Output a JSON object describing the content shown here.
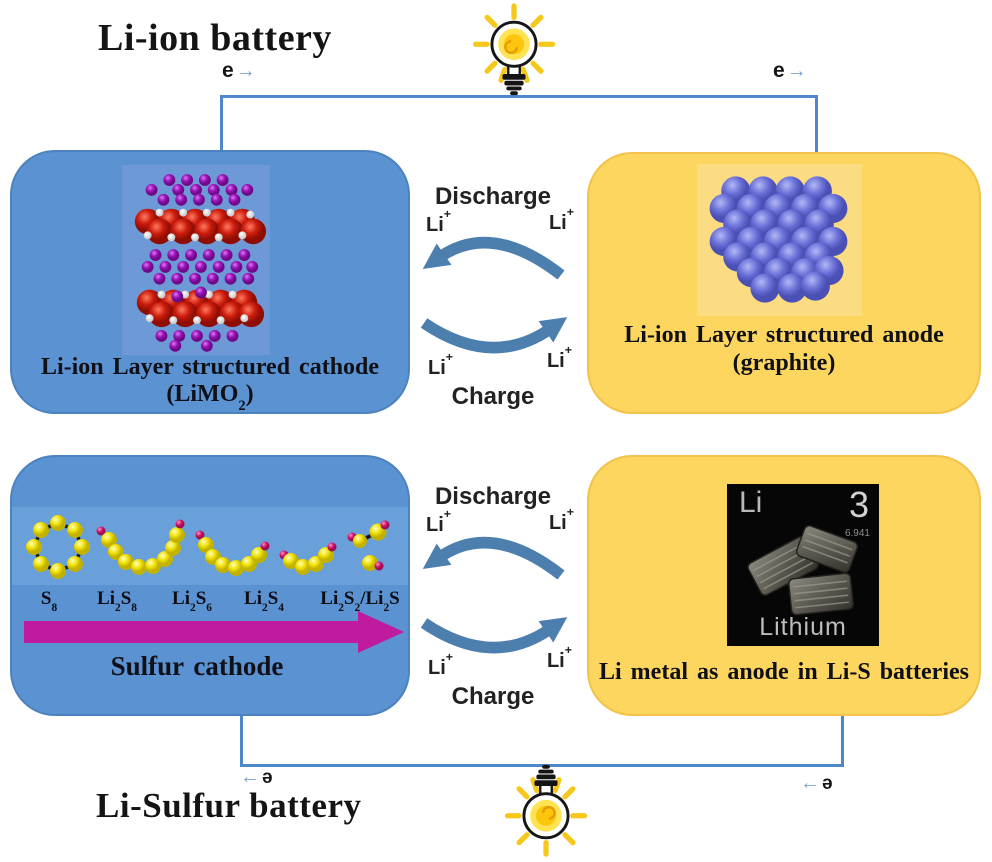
{
  "colors": {
    "box_blue": "#5b92d1",
    "box_yellow": "#fdd65f",
    "wire_blue": "#4d89c9",
    "cycle_arrow_blue": "#4d7fae",
    "conversion_arrow_magenta": "#bf1b9e",
    "bulb_yellow": "#ffd428"
  },
  "cycle": {
    "discharge": "Discharge",
    "charge": "Charge",
    "ion_segs": [
      [
        "t",
        "Li"
      ],
      [
        "p",
        "+"
      ]
    ]
  },
  "li_ion": {
    "title": "Li-ion battery",
    "electron_left": {
      "symbol": "e",
      "arrow": "→"
    },
    "electron_right": {
      "symbol": "e",
      "arrow": "→"
    },
    "cathode": {
      "caption_line1": "Li-ion Layer structured cathode",
      "caption_line2_segs": [
        [
          "t",
          "(LiMO"
        ],
        [
          "s",
          "2"
        ],
        [
          "t",
          ")"
        ]
      ]
    },
    "anode": {
      "caption_line1": "Li-ion Layer structured anode",
      "caption_line2": "(graphite)"
    }
  },
  "li_sulfur": {
    "title": "Li-Sulfur battery",
    "electron_left": {
      "symbol": "ə",
      "arrow": "←"
    },
    "electron_right": {
      "symbol": "ə",
      "arrow": "←"
    },
    "cathode": {
      "caption": "Sulfur cathode",
      "species": [
        {
          "segs": [
            [
              "t",
              "S"
            ],
            [
              "s",
              "8"
            ]
          ]
        },
        {
          "segs": [
            [
              "t",
              "Li"
            ],
            [
              "s",
              "2"
            ],
            [
              "t",
              "S"
            ],
            [
              "s",
              "8"
            ]
          ]
        },
        {
          "segs": [
            [
              "t",
              "Li"
            ],
            [
              "s",
              "2"
            ],
            [
              "t",
              "S"
            ],
            [
              "s",
              "6"
            ]
          ]
        },
        {
          "segs": [
            [
              "t",
              "Li"
            ],
            [
              "s",
              "2"
            ],
            [
              "t",
              "S"
            ],
            [
              "s",
              "4"
            ]
          ]
        },
        {
          "segs": [
            [
              "t",
              "Li"
            ],
            [
              "s",
              "2"
            ],
            [
              "t",
              "S"
            ],
            [
              "s",
              "2"
            ],
            [
              "t",
              "/Li"
            ],
            [
              "s",
              "2"
            ],
            [
              "t",
              "S"
            ]
          ]
        }
      ]
    },
    "anode": {
      "caption": "Li metal as anode in Li-S batteries",
      "element_tile": {
        "symbol": "Li",
        "atomic_number": "3",
        "atomic_mass": "6.941",
        "name": "Lithium"
      }
    }
  }
}
